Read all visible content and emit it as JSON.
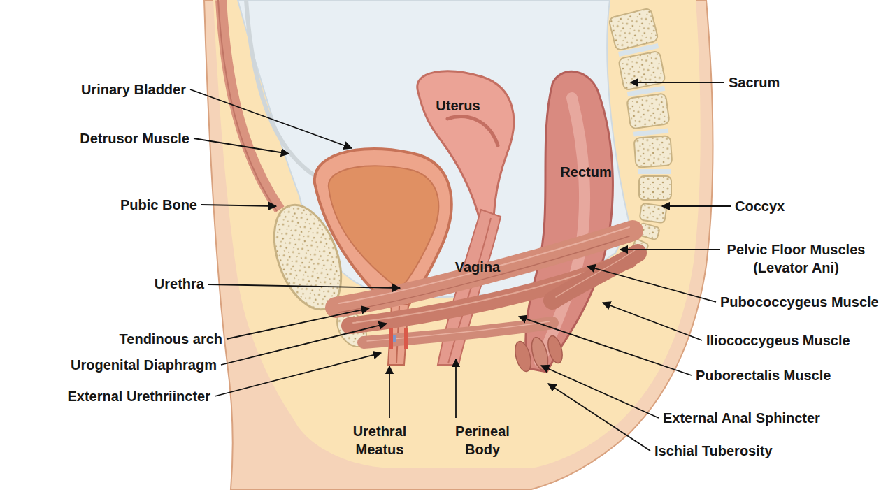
{
  "diagram": {
    "labels": [
      "Urinary Bladder",
      "Detrusor Muscle",
      "Pubic Bone",
      "Urethra",
      "Tendinous arch",
      "Urogenital Diaphragm",
      "External Urethriincter",
      "Urethral Meatus",
      "Perineal Body",
      "Uterus",
      "Rectum",
      "Vagina",
      "Sacrum",
      "Coccyx",
      "Pelvic Floor Muscles (Levator Ani)",
      "Pubococcygeus Muscle",
      "Iliococcygeus Muscle",
      "Puborectalis Muscle",
      "External Anal Sphincter",
      "Ischial Tuberosity"
    ]
  }
}
